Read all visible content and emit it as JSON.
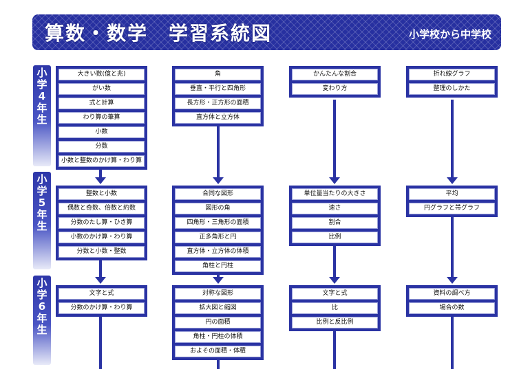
{
  "header": {
    "title": "算数・数学　学習系統図",
    "subtitle": "小学校から中学校"
  },
  "grades": [
    {
      "chars": [
        "小",
        "学",
        "4",
        "年",
        "生"
      ]
    },
    {
      "chars": [
        "小",
        "学",
        "5",
        "年",
        "生"
      ]
    },
    {
      "chars": [
        "小",
        "学",
        "6",
        "年",
        "生"
      ]
    }
  ],
  "columns": [
    {
      "g4": [
        "大きい数(億と兆)",
        "がい数",
        "式と計算",
        "わり算の筆算",
        "小数",
        "分数",
        "小数と整数のかけ算・わり算"
      ],
      "g5": [
        "整数と小数",
        "偶数と奇数、倍数と約数",
        "分数のたし算・ひき算",
        "小数のかけ算・わり算",
        "分数と小数・整数"
      ],
      "g6": [
        "文字と式",
        "分数のかけ算・わり算"
      ]
    },
    {
      "g4": [
        "角",
        "垂直・平行と四角形",
        "長方形・正方形の面積",
        "直方体と立方体"
      ],
      "g5": [
        "合同な図形",
        "図形の角",
        "四角形・三角形の面積",
        "正多角形と円",
        "直方体・立方体の体積",
        "角柱と円柱"
      ],
      "g6": [
        "対称な図形",
        "拡大図と縮図",
        "円の面積",
        "角柱・円柱の体積",
        "およその面積・体積"
      ]
    },
    {
      "g4": [
        "かんたんな割合",
        "変わり方"
      ],
      "g5": [
        "単位量当たりの大きさ",
        "速さ",
        "割合",
        "比例"
      ],
      "g6": [
        "文字と式",
        "比",
        "比例と反比例"
      ]
    },
    {
      "g4": [
        "折れ線グラフ",
        "整理のしかた"
      ],
      "g5": [
        "平均",
        "円グラフと帯グラフ"
      ],
      "g6": [
        "資料の調べ方",
        "場合の数"
      ]
    }
  ],
  "colors": {
    "primary": "#2a33a3",
    "banner": "#2730a0"
  }
}
